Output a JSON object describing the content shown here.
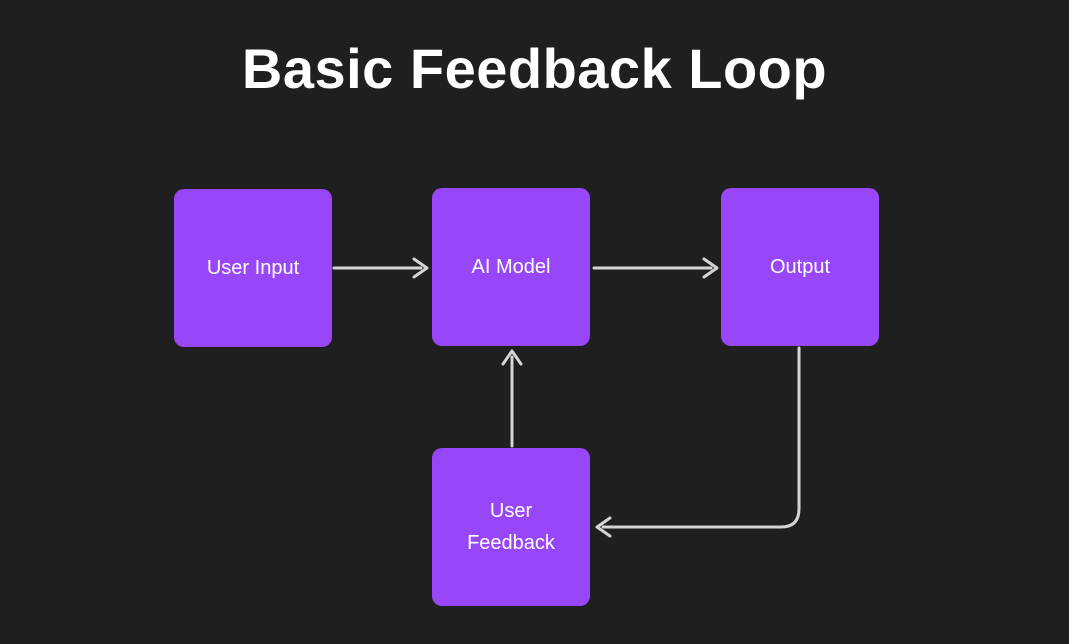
{
  "title": "Basic Feedback Loop",
  "colors": {
    "background": "#1f1f1f",
    "node_fill": "#9747f8",
    "node_text": "#ffffff",
    "edge": "#d4d4d4",
    "title_text": "#ffffff"
  },
  "diagram": {
    "type": "flowchart",
    "nodes": [
      {
        "id": "user-input",
        "label": "User Input"
      },
      {
        "id": "ai-model",
        "label": "AI Model"
      },
      {
        "id": "output",
        "label": "Output"
      },
      {
        "id": "user-feedback",
        "label": "User Feedback"
      }
    ],
    "edges": [
      {
        "from": "user-input",
        "to": "ai-model",
        "style": "straight-right"
      },
      {
        "from": "ai-model",
        "to": "output",
        "style": "straight-right"
      },
      {
        "from": "output",
        "to": "user-feedback",
        "style": "elbow-down-left"
      },
      {
        "from": "user-feedback",
        "to": "ai-model",
        "style": "straight-up"
      }
    ]
  }
}
